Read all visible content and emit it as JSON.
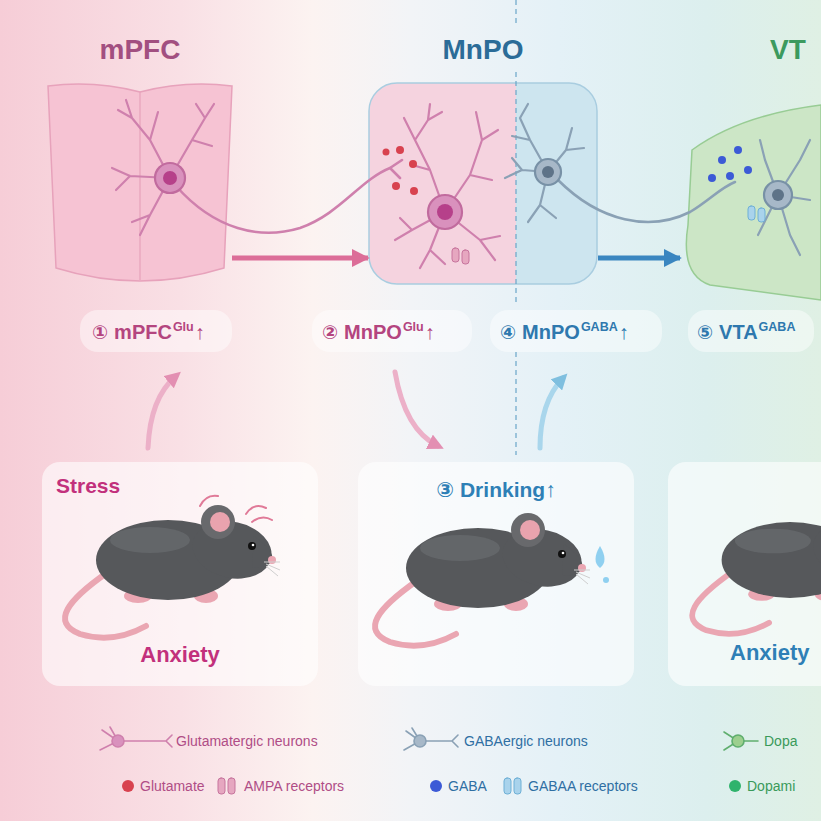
{
  "diagram": {
    "nodes": [
      {
        "text": [
          "mPFC"
        ]
      },
      {
        "text": [
          "MnPO"
        ]
      },
      {
        "text": [
          "VT"
        ]
      },
      {
        "text": [
          "Stress",
          "Anxiety"
        ]
      },
      {
        "text": [
          "③ Drinking↑"
        ]
      },
      {
        "text": [
          "Anxiety"
        ]
      }
    ],
    "edges": [
      {
        "from": 0,
        "to": 1,
        "arrow": "to"
      },
      {
        "from": 1,
        "to": 2,
        "arrow": "to"
      }
    ],
    "labels": [
      "①",
      "mPFC",
      "Glu",
      "↑",
      "②",
      "MnPO",
      "Glu",
      "↑",
      "④",
      "MnPO",
      "GABA",
      "↑",
      "⑤",
      "VTA",
      "GABA"
    ],
    "legend": [
      {
        "text": "Glutamatergic neurons"
      },
      {
        "text": "GABAergic neurons"
      },
      {
        "text": "Dopa"
      },
      {
        "text": "Glutamate",
        "color": "#d8424f"
      },
      {
        "text": "AMPA receptors"
      },
      {
        "text": "GABA",
        "color": "#3c5ad6"
      },
      {
        "text": "GABAA receptors"
      },
      {
        "text": "Dopami",
        "color": "#2fb36c"
      }
    ]
  }
}
